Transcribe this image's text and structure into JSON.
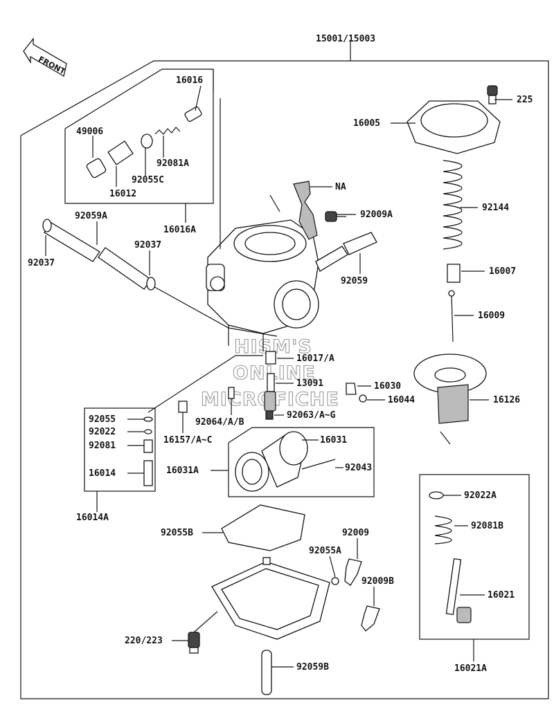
{
  "front_label": "FRONT",
  "watermark": [
    "HISM'S",
    "ONLINE",
    "MICROFICHE"
  ],
  "labels": {
    "assembly": "15001/15003",
    "p225": "225",
    "p16005": "16005",
    "p16016": "16016",
    "p49006": "49006",
    "p92081A": "92081A",
    "p92055C": "92055C",
    "p16012": "16012",
    "pNA": "NA",
    "p92009A": "92009A",
    "p92144": "92144",
    "p92059A": "92059A",
    "p16016A": "16016A",
    "p92037a": "92037",
    "p92037b": "92037",
    "p92059": "92059",
    "p16007": "16007",
    "p16009": "16009",
    "p16017": "16017/A",
    "p13091": "13091",
    "p16030": "16030",
    "p16044": "16044",
    "p16126": "16126",
    "p92055": "92055",
    "p92022": "92022",
    "p92081": "92081",
    "p16014": "16014",
    "p92064": "92064/A/B",
    "p92063": "92063/A~G",
    "p16157": "16157/A~C",
    "p16031": "16031",
    "p16031A": "16031A",
    "p92043": "92043",
    "p16014A": "16014A",
    "p92022A": "92022A",
    "p92081B": "92081B",
    "p92055B": "92055B",
    "p92009": "92009",
    "p92055A": "92055A",
    "p92009B": "92009B",
    "p16021": "16021",
    "p220": "220/223",
    "p92059B": "92059B",
    "p16021A": "16021A"
  }
}
